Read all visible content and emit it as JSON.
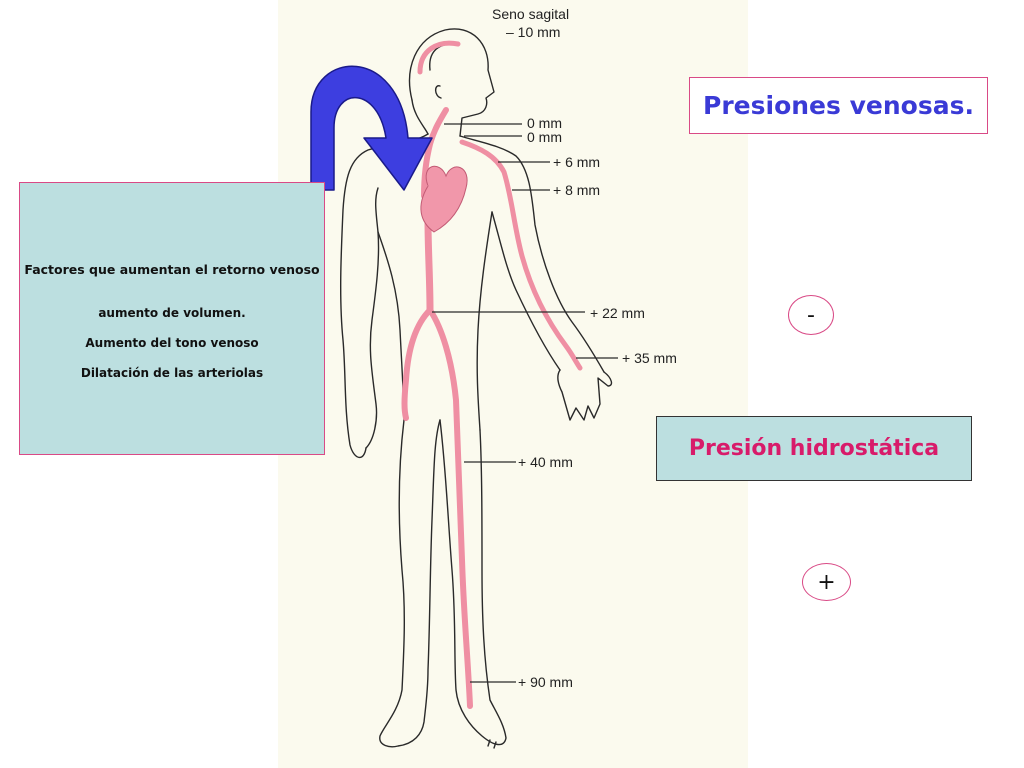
{
  "title": "Presiones venosas.",
  "hydrostatic_label": "Presión hidrostática",
  "pressure_direction": {
    "top": "-",
    "bottom": "+"
  },
  "factors": {
    "heading": "Factores que  aumentan el retorno venoso",
    "items": [
      "aumento de volumen.",
      "Aumento del tono venoso",
      "Dilatación de las arteriolas"
    ]
  },
  "pressure_labels": {
    "sagittal_sinus": [
      "Seno sagital",
      "– 10 mm"
    ],
    "neck_1": "0 mm",
    "neck_2": "0 mm",
    "shoulder": "+ 6 mm",
    "upper_arm": "+ 8 mm",
    "abdomen": "+ 22 mm",
    "hand": "+ 35 mm",
    "thigh": "+ 40 mm",
    "foot": "+ 90 mm"
  },
  "colors": {
    "vein": "#ef8fa3",
    "heart": "#f197aa",
    "arrow": "#3d3ee0",
    "title": "#3a3ad6",
    "hydro_text": "#d81b6a",
    "box_fill": "#bcdfe0",
    "box_border": "#d94a86"
  }
}
